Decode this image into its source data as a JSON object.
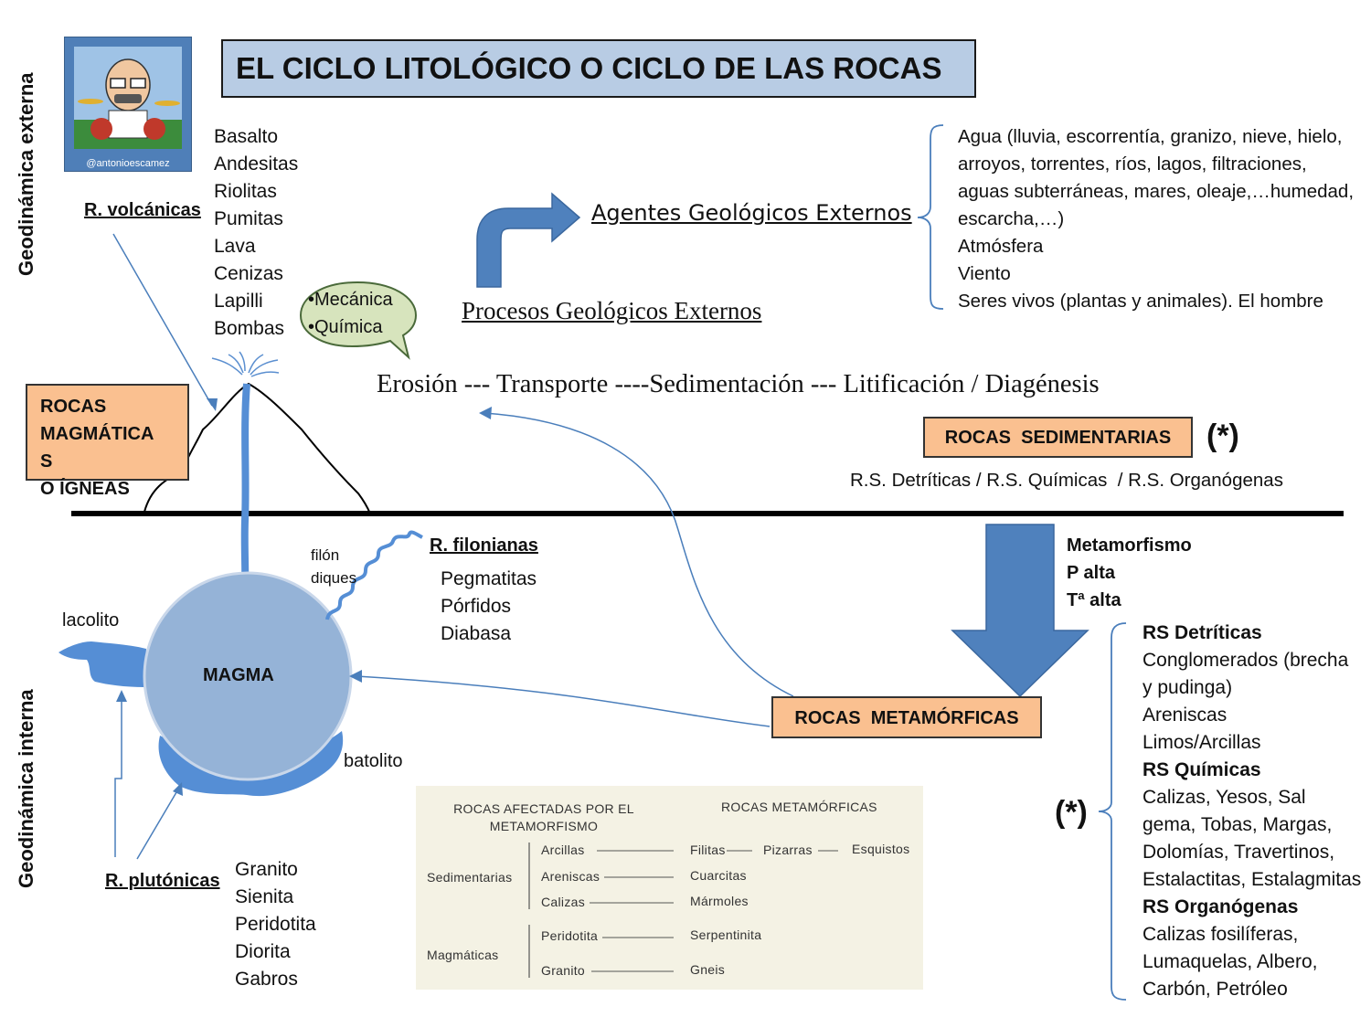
{
  "title": "EL CICLO LITOLÓGICO O CICLO DE LAS ROCAS",
  "avatar_handle": "@antonioescamez",
  "side_labels": {
    "external": "Geodinámica externa",
    "internal": "Geodinámica interna"
  },
  "volcanic": {
    "heading": "R. volcánicas",
    "items": [
      "Basalto",
      "Andesitas",
      "Riolitas",
      "Pumitas",
      "Lava",
      "Cenizas",
      "Lapilli",
      "Bombas"
    ]
  },
  "weathering_bubble": [
    "•Mecánica",
    "•Química"
  ],
  "processes_label": "Procesos Geológicos Externos",
  "agents_label": "Agentes Geológicos Externos",
  "agents_list": [
    "Agua (lluvia, escorrentía, granizo,  nieve, hielo,",
    "arroyos, torrentes, ríos, lagos, filtraciones,",
    "aguas subterráneas, mares, oleaje,…humedad,",
    "escarcha,…)",
    "Atmósfera",
    "Viento",
    "Seres vivos (plantas y animales). El hombre"
  ],
  "process_chain": "Erosión --- Transporte ----Sedimentación --- Litificación / Diagénesis",
  "magmatic_box": [
    "ROCAS",
    "MAGMÁTICA",
    "S",
    "O ÍGNEAS"
  ],
  "sedimentary_box": "ROCAS  SEDIMENTARIAS",
  "asterisk": "(*)",
  "sedimentary_types": "R.S. Detríticas / R.S. Químicas  / R.S. Organógenas",
  "dike": {
    "labels": [
      "filón",
      "diques"
    ],
    "heading": "R. filonianas",
    "items": [
      "Pegmatitas",
      "Pórfidos",
      "Diabasa"
    ]
  },
  "metamorphism": [
    "Metamorfismo",
    "P alta",
    "Tª alta"
  ],
  "laccolith": "lacolito",
  "magma": "MAGMA",
  "batholith": "batolito",
  "plutonic": {
    "heading": "R. plutónicas",
    "items": [
      "Granito",
      "Sienita",
      "Peridotita",
      "Diorita",
      "Gabros"
    ]
  },
  "metamorphic_box": "ROCAS  METAMÓRFICAS",
  "sedimentary_detail": [
    {
      "text": "RS Detríticas",
      "bold": true
    },
    {
      "text": "Conglomerados (brecha",
      "bold": false
    },
    {
      "text": "y pudinga)",
      "bold": false
    },
    {
      "text": "Areniscas",
      "bold": false
    },
    {
      "text": "Limos/Arcillas",
      "bold": false
    },
    {
      "text": "RS Químicas",
      "bold": true
    },
    {
      "text": "Calizas, Yesos, Sal",
      "bold": false
    },
    {
      "text": "gema, Tobas, Margas,",
      "bold": false
    },
    {
      "text": "Dolomías, Travertinos,",
      "bold": false
    },
    {
      "text": "Estalactitas, Estalagmitas",
      "bold": false
    },
    {
      "text": "RS Organógenas",
      "bold": true
    },
    {
      "text": "Calizas fosilíferas,",
      "bold": false
    },
    {
      "text": "Lumaquelas,  Albero,",
      "bold": false
    },
    {
      "text": "Carbón, Petróleo",
      "bold": false
    }
  ],
  "meta_table": {
    "head_left": [
      "ROCAS AFECTADAS POR EL",
      "METAMORFISMO"
    ],
    "head_right": "ROCAS METAMÓRFICAS",
    "group_sed": "Sedimentarias",
    "group_mag": "Magmáticas",
    "rows": [
      {
        "from": "Arcillas",
        "to": [
          "Filitas",
          "Pizarras",
          "Esquistos"
        ]
      },
      {
        "from": "Areniscas",
        "to": [
          "Cuarcitas"
        ]
      },
      {
        "from": "Calizas",
        "to": [
          "Mármoles"
        ]
      },
      {
        "from": "Peridotita",
        "to": [
          "Serpentinita"
        ]
      },
      {
        "from": "Granito",
        "to": [
          "Gneis"
        ]
      }
    ]
  },
  "colors": {
    "title_bg": "#b8cce4",
    "orange_box": "#fac090",
    "magma_fill": "#95b3d7",
    "blue_body": "#558ed5",
    "arrow_fill": "#4f81bd",
    "line_blue": "#4a7ebb"
  }
}
